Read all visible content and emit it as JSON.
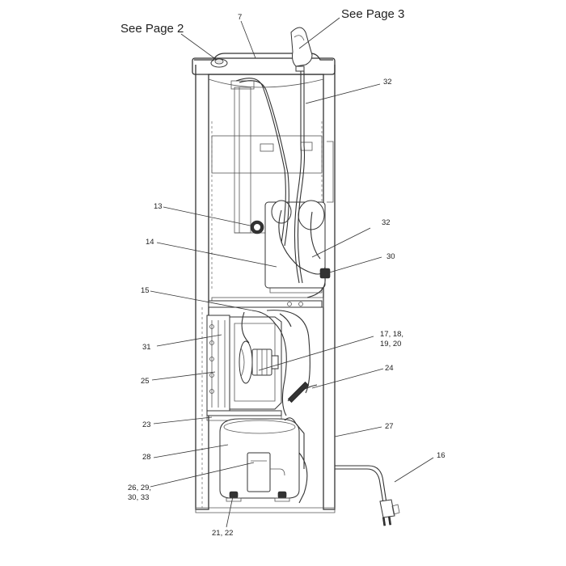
{
  "see_page_labels": [
    "See Page 2",
    "See Page 3"
  ],
  "callouts": {
    "c7": "7",
    "c32a": "32",
    "c13": "13",
    "c32b": "32",
    "c14": "14",
    "c30": "30",
    "c15": "15",
    "c17_line1": "17, 18,",
    "c17_line2": "19, 20",
    "c31": "31",
    "c24": "24",
    "c25": "25",
    "c23": "23",
    "c27": "27",
    "c28": "28",
    "c16": "16",
    "c26_line1": "26, 29,",
    "c26_line2": "30, 33",
    "c21": "21, 22"
  }
}
